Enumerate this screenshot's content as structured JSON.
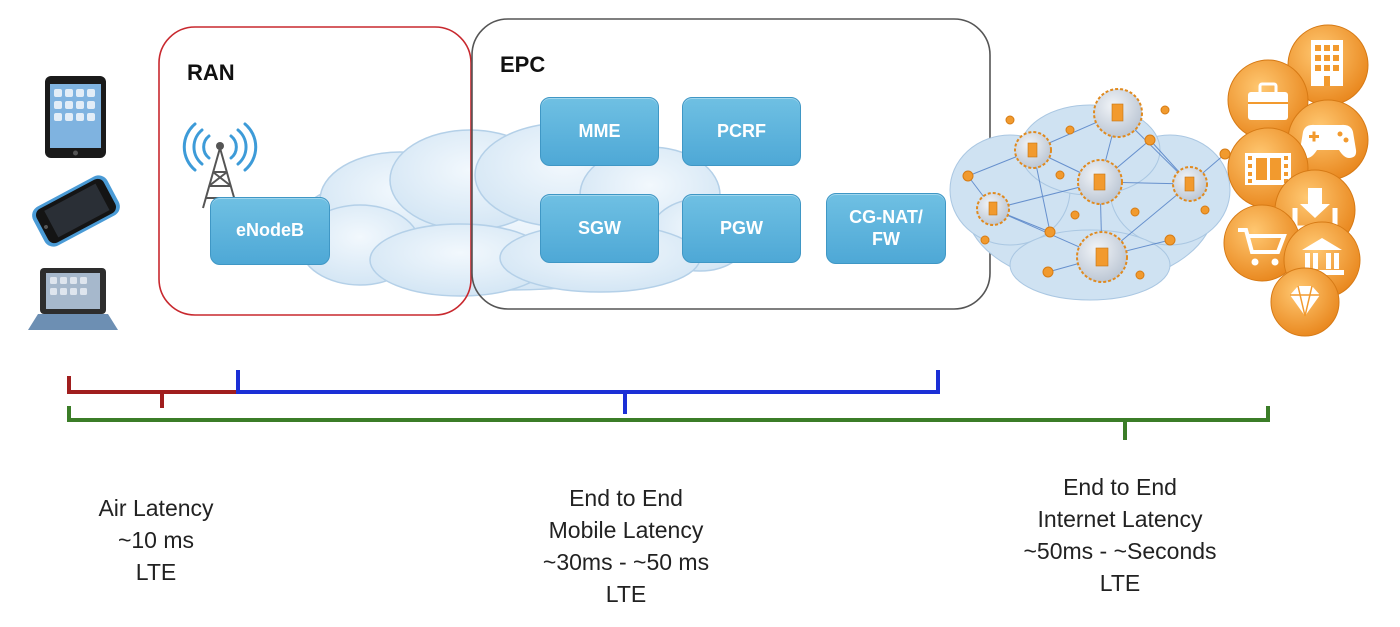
{
  "regions": {
    "ran": {
      "title": "RAN",
      "color": "#c8282e"
    },
    "epc": {
      "title": "EPC",
      "color": "#555555"
    }
  },
  "nodes": {
    "enodeb": "eNodeB",
    "mme": "MME",
    "pcrf": "PCRF",
    "sgw": "SGW",
    "pgw": "PGW",
    "cgnat": [
      "CG-NAT/",
      "FW"
    ]
  },
  "latencies": {
    "air": {
      "lines": [
        "Air Latency",
        "~10 ms",
        "LTE"
      ],
      "color": "#a01e1e"
    },
    "mobile": {
      "lines": [
        "End to End",
        "Mobile Latency",
        "~30ms - ~50 ms",
        "LTE"
      ],
      "color": "#1b2fd6"
    },
    "internet": {
      "lines": [
        "End to End",
        "Internet Latency",
        "~50ms - ~Seconds",
        "LTE"
      ],
      "color": "#3b7d28"
    }
  },
  "icons": {
    "devices": [
      "tablet-icon",
      "smartphone-icon",
      "tablet-case-icon"
    ],
    "tower": "cell-tower-icon",
    "cloud": "cloud-icon",
    "internet": "internet-network-icon",
    "services": [
      "office-building-icon",
      "briefcase-icon",
      "gamepad-icon",
      "film-icon",
      "download-icon",
      "shopping-cart-icon",
      "bank-icon",
      "diamond-icon"
    ],
    "service_color": "#f29a2e"
  }
}
